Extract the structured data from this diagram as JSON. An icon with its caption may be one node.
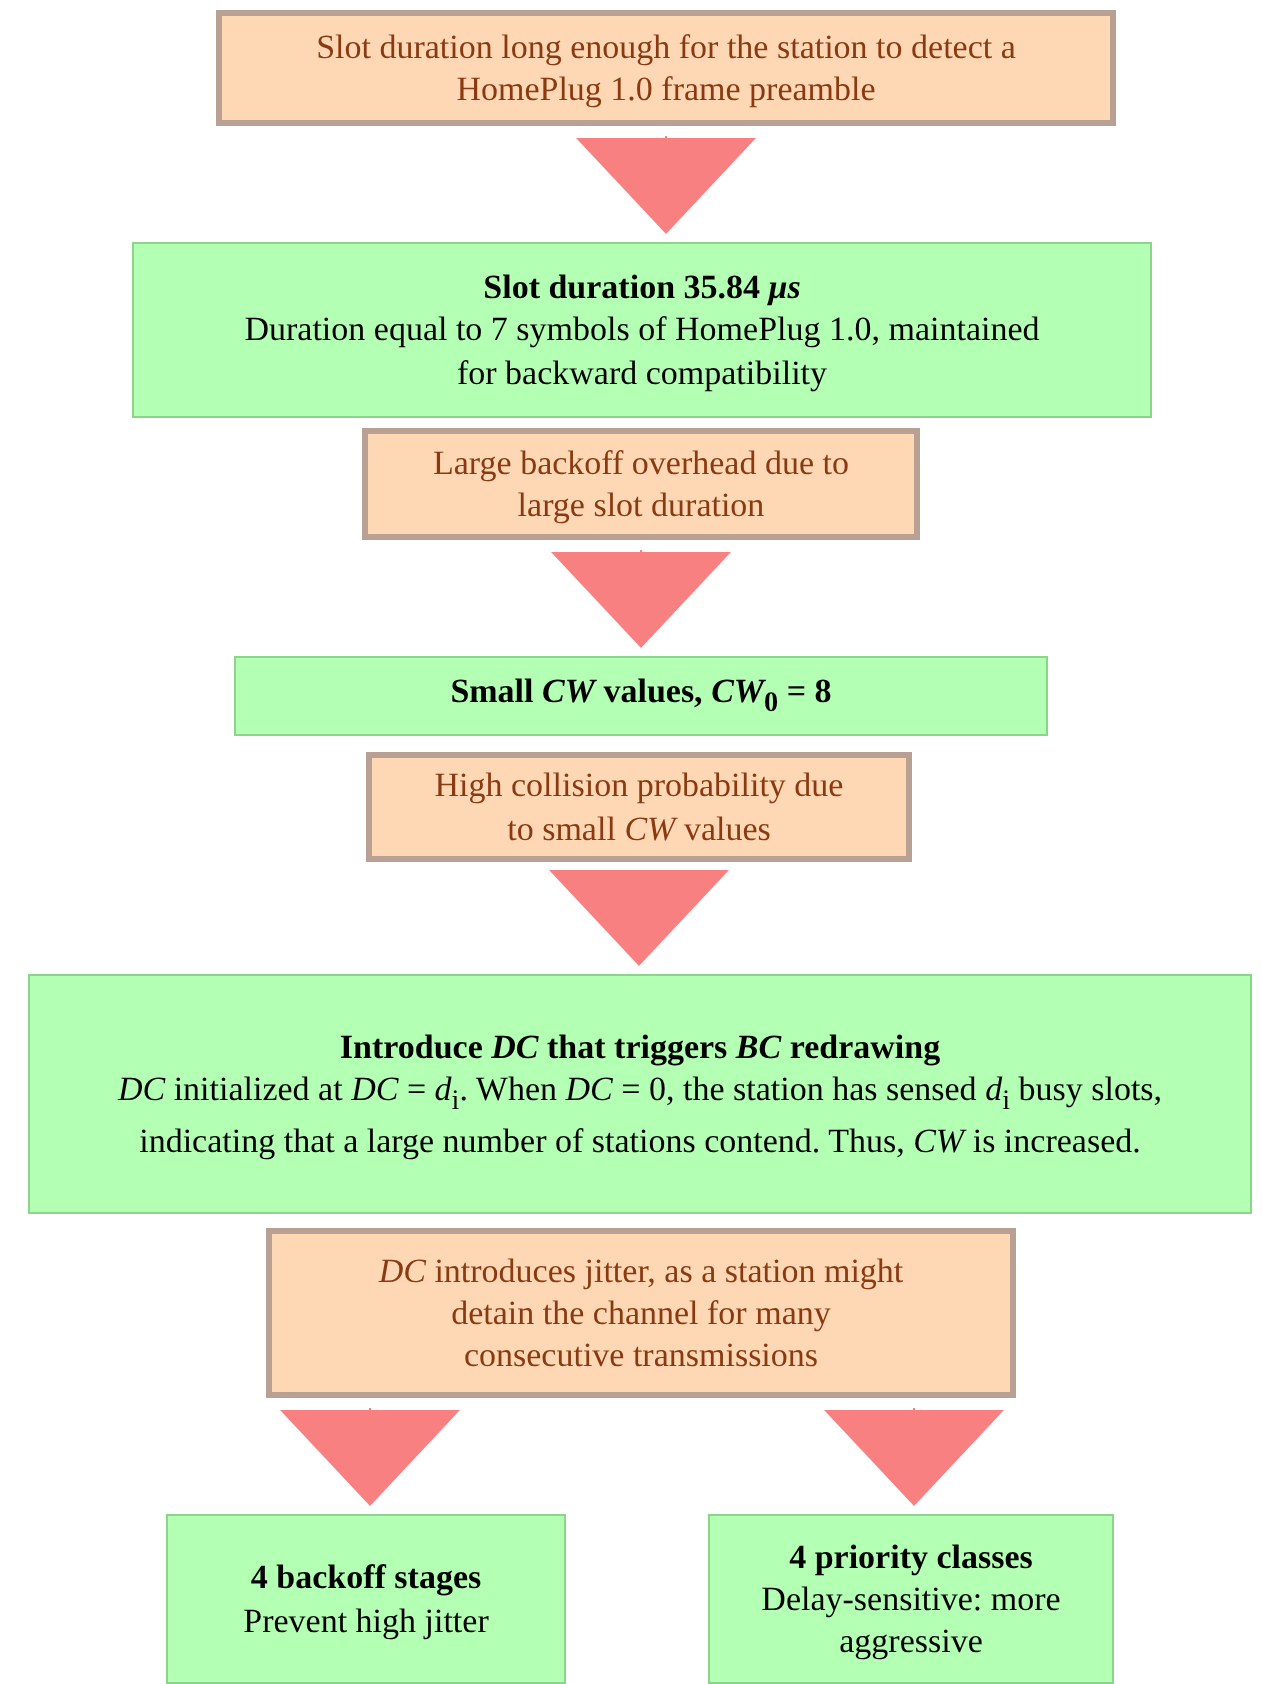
{
  "diagram": {
    "nodes": [
      {
        "text": [
          "Slot duration long enough for the station to detect a HomePlug 1.0 frame preamble"
        ]
      },
      {
        "text": [
          "Slot duration 35.84 *μs*",
          "Duration equal to 7 symbols of HomePlug 1.0, maintained for backward compatibility"
        ]
      },
      {
        "text": [
          "Large backoff overhead due to large slot duration"
        ]
      },
      {
        "text": [
          "Small *CW* values, *CW*$_{0}$ = 8"
        ]
      },
      {
        "text": [
          "High collision probability due to small *CW* values"
        ]
      },
      {
        "text": [
          "Introduce *DC* that triggers *BC* redrawing",
          "*DC* initialized at *DC* = *d*$_{i}$. When *DC* = 0, the station has sensed *d*$_{i}$ busy slots, indicating that a large number of stations contend. Thus, *CW* is increased."
        ]
      },
      {
        "text": [
          "*DC* introduces jitter, as a station might detain the channel for many consecutive transmissions"
        ]
      },
      {
        "text": [
          "4 backoff stages",
          "Prevent high jitter"
        ]
      },
      {
        "text": [
          "4 priority classes",
          "Delay-sensitive: more aggressive"
        ]
      }
    ],
    "edges": [
      {
        "from": 0,
        "to": 1,
        "arrow": "to"
      },
      {
        "from": 2,
        "to": 3,
        "arrow": "to"
      },
      {
        "from": 4,
        "to": 5,
        "arrow": "to"
      },
      {
        "from": 6,
        "to": 7,
        "arrow": "to"
      },
      {
        "from": 6,
        "to": 8,
        "arrow": "to"
      }
    ]
  }
}
